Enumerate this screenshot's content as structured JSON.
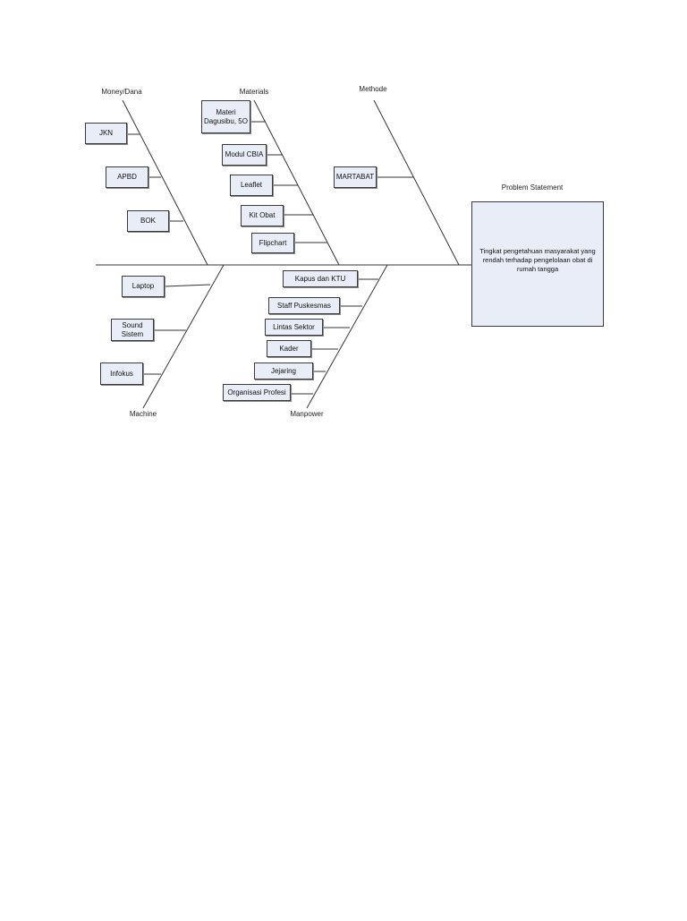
{
  "problem": {
    "label": "Problem Statement",
    "text": "Tingkat pengetahuan masyarakat yang rendah terhadap pengelolaan obat di rumah tangga"
  },
  "categories": {
    "money": "Money/Dana",
    "materials": "Materials",
    "methode": "Methode",
    "machine": "Machine",
    "manpower": "Manpower"
  },
  "causes": {
    "money": [
      "JKN",
      "APBD",
      "BOK"
    ],
    "materials": [
      "Materi\nDagusibu, 5O",
      "Modul CBIA",
      "Leaflet",
      "Kit Obat",
      "Flipchart"
    ],
    "methode": [
      "MARTABAT"
    ],
    "machine": [
      "Laptop",
      "Sound\nSistem",
      "Infokus"
    ],
    "manpower": [
      "Kapus dan KTU",
      "Staff Puskesmas",
      "Lintas Sektor",
      "Kader",
      "Jejaring",
      "Organisasi Profesi"
    ]
  }
}
